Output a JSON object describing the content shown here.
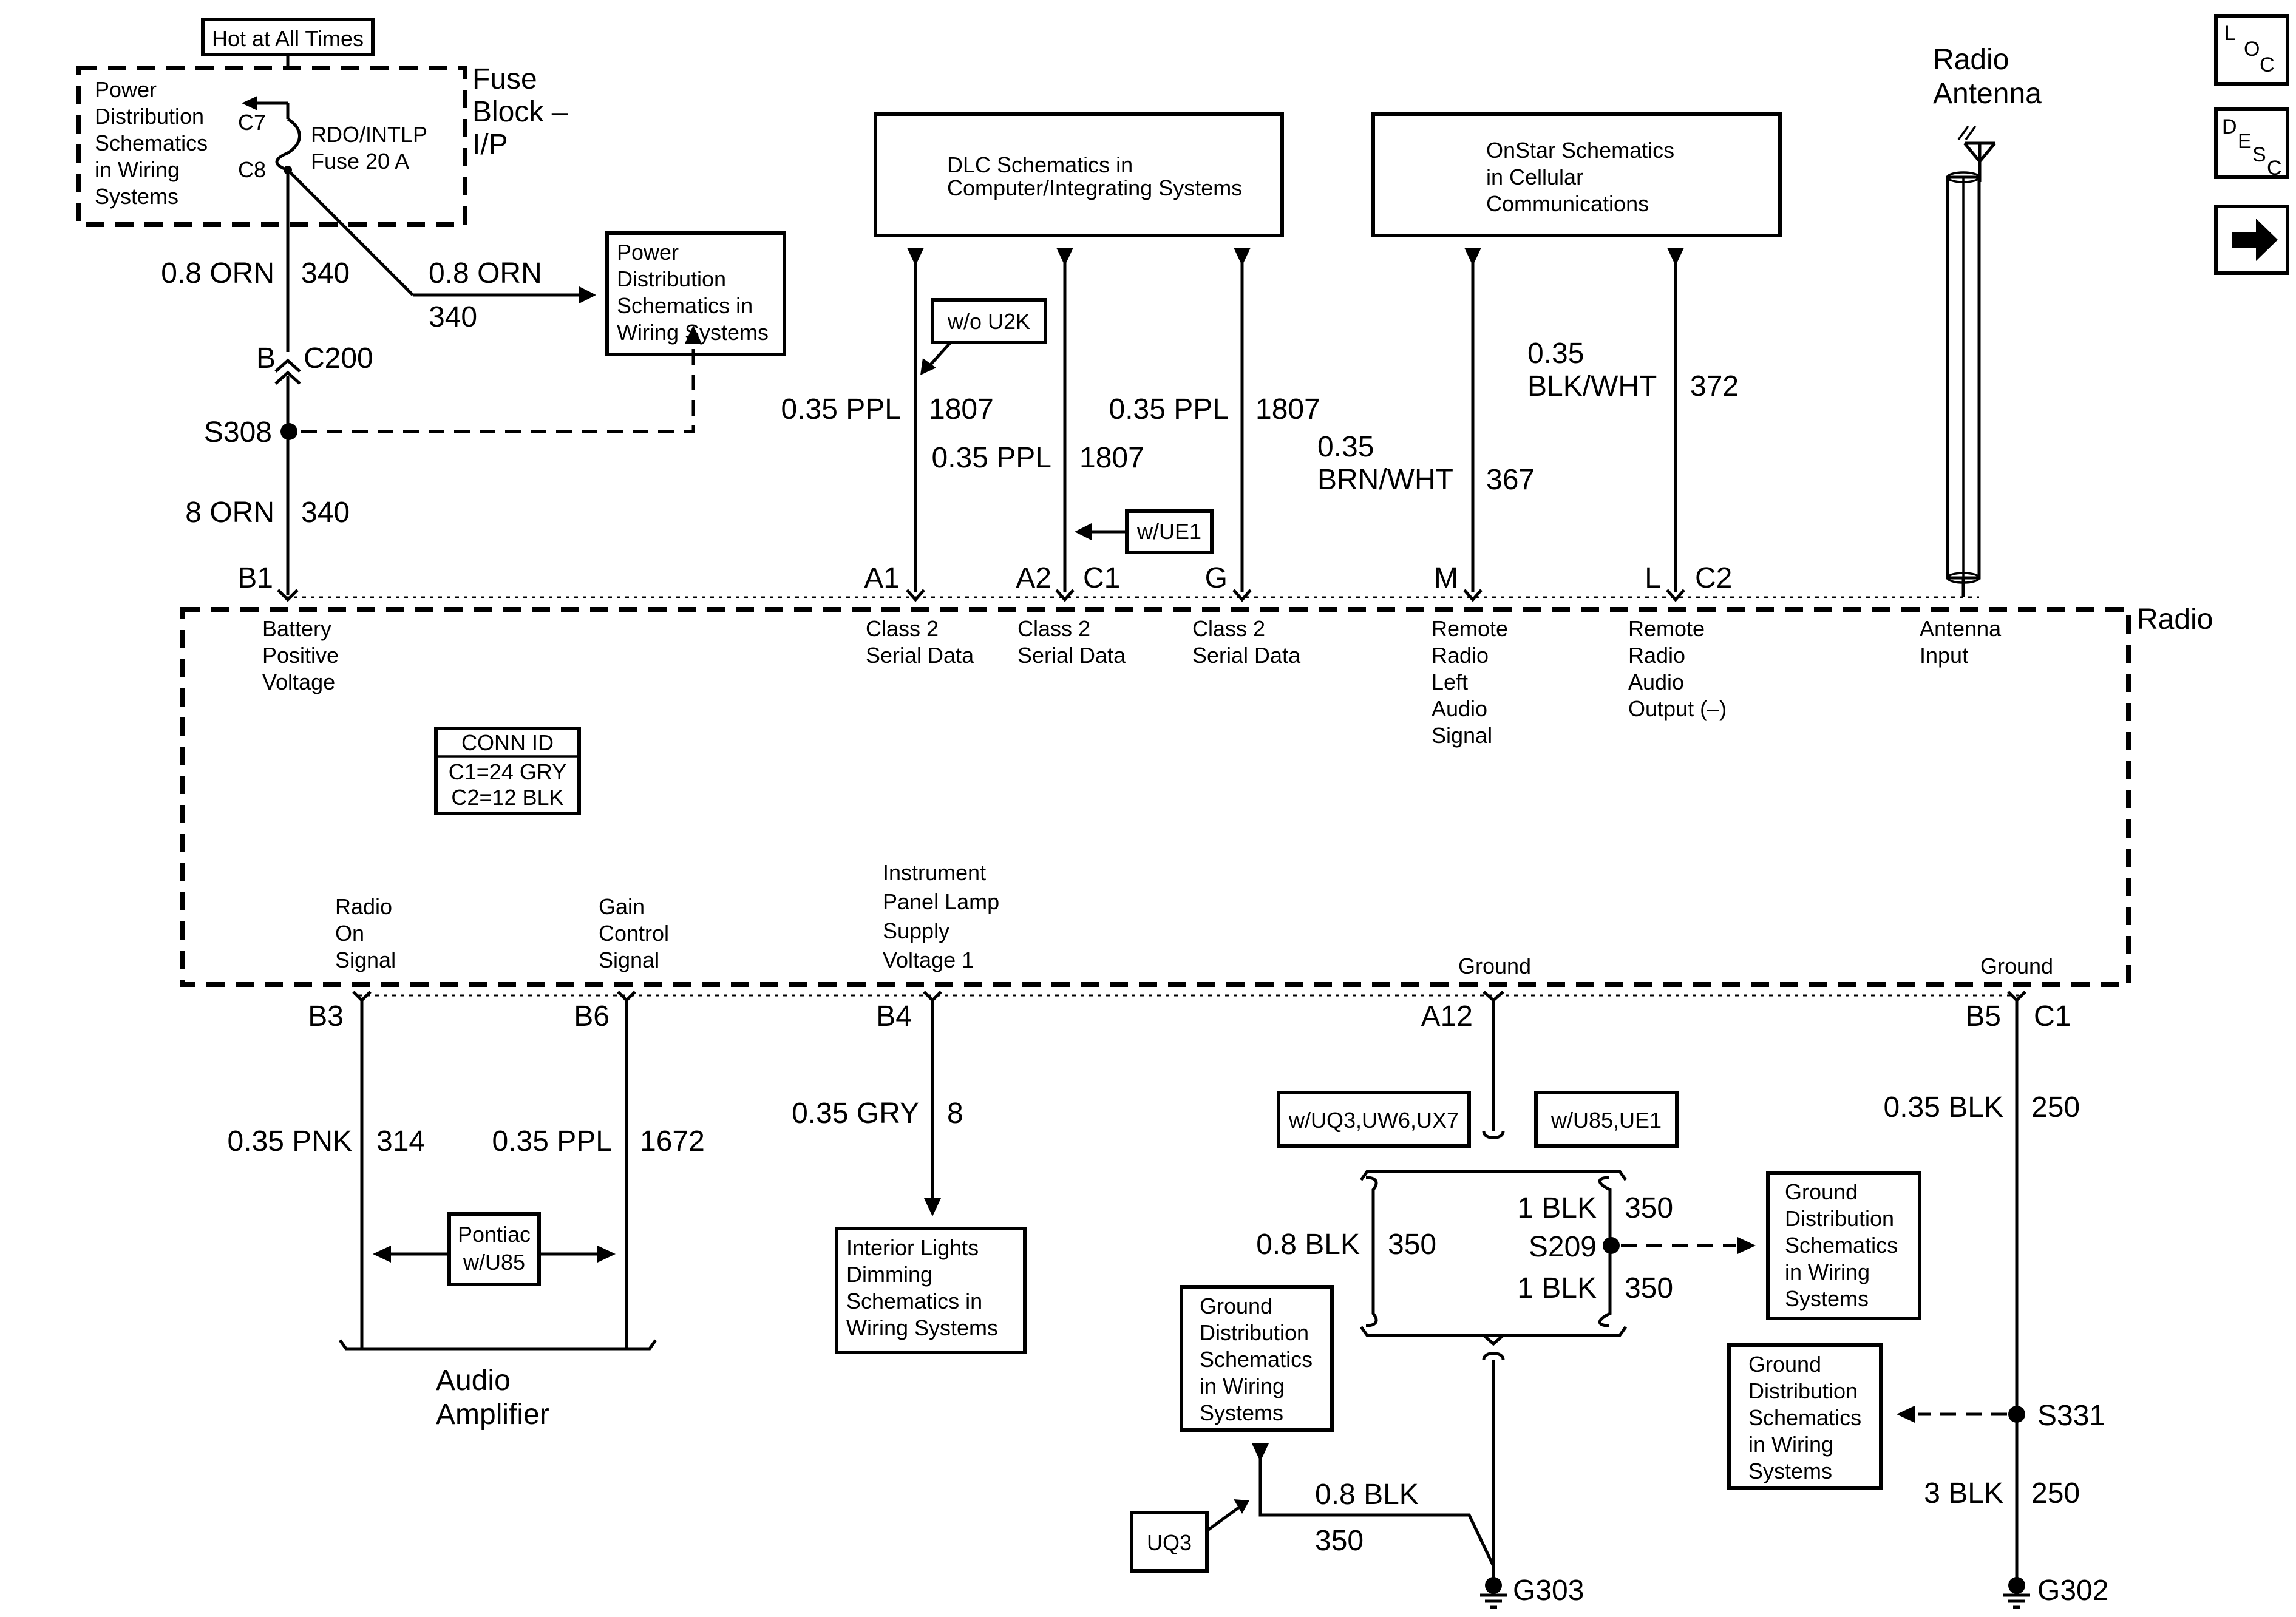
{
  "fuse_block": {
    "hot_label": "Hot at All Times",
    "title_lines": [
      "Fuse",
      "Block –",
      "I/P"
    ],
    "power_dist_lines": [
      "Power",
      "Distribution",
      "Schematics",
      "in Wiring",
      "Systems"
    ],
    "c7": "C7",
    "c8": "C8",
    "fuse_lines": [
      "RDO/INTLP",
      "Fuse 20 A"
    ]
  },
  "battery_circuit": {
    "wire1_size": "0.8 ORN",
    "wire1_num": "340",
    "branch_size": "0.8 ORN",
    "branch_num": "340",
    "power_dist_box_lines": [
      "Power",
      "Distribution",
      "Schematics in",
      "Wiring Systems"
    ],
    "conn_b": "B",
    "conn_c200": "C200",
    "splice": "S308",
    "wire2_size": "8 ORN",
    "wire2_num": "340",
    "pin": "B1"
  },
  "dlc": {
    "box_lines": [
      "DLC Schematics in",
      "Computer/Integrating Systems"
    ],
    "opt_u2k": "w/o U2K",
    "opt_ue1": "w/UE1",
    "wire_a1_size": "0.35 PPL",
    "wire_a1_num": "1807",
    "wire_a2_size": "0.35 PPL",
    "wire_a2_num": "1807",
    "wire_g_size": "0.35 PPL",
    "wire_g_num": "1807",
    "pin_a1": "A1",
    "pin_a2": "A2",
    "conn_c1": "C1",
    "pin_g": "G"
  },
  "onstar": {
    "box_lines": [
      "OnStar Schematics",
      "in Cellular",
      "Communications"
    ],
    "wire_m_size_lines": [
      "0.35",
      "BRN/WHT"
    ],
    "wire_m_num": "367",
    "wire_l_size_lines": [
      "0.35",
      "BLK/WHT"
    ],
    "wire_l_num": "372",
    "pin_m": "M",
    "pin_l": "L",
    "conn_c2": "C2"
  },
  "antenna": {
    "title_lines": [
      "Radio",
      "Antenna"
    ]
  },
  "nav_icons": {
    "loc": [
      "L",
      "O",
      "C"
    ],
    "desc": [
      "D",
      "E",
      "S",
      "C"
    ],
    "next": "→"
  },
  "radio": {
    "label": "Radio",
    "pin_labels": {
      "battery": [
        "Battery",
        "Positive",
        "Voltage"
      ],
      "class2_a1": [
        "Class 2",
        "Serial Data"
      ],
      "class2_a2": [
        "Class 2",
        "Serial Data"
      ],
      "class2_g": [
        "Class 2",
        "Serial Data"
      ],
      "remote_left": [
        "Remote",
        "Radio",
        "Left",
        "Audio",
        "Signal"
      ],
      "remote_out": [
        "Remote",
        "Radio",
        "Audio",
        "Output (–)"
      ],
      "antenna": [
        "Antenna",
        "Input"
      ],
      "radio_on": [
        "Radio",
        "On",
        "Signal"
      ],
      "gain": [
        "Gain",
        "Control",
        "Signal"
      ],
      "ip_lamp": [
        "Instrument",
        "Panel Lamp",
        "Supply",
        "Voltage 1"
      ],
      "ground1": "Ground",
      "ground2": "Ground"
    },
    "conn_id": {
      "title": "CONN ID",
      "rows": [
        "C1=24 GRY",
        "C2=12 BLK"
      ]
    }
  },
  "bottom": {
    "pin_b3": "B3",
    "pin_b6": "B6",
    "pin_b4": "B4",
    "pin_a12": "A12",
    "pin_b5": "B5",
    "conn_c1": "C1",
    "wire_b3_size": "0.35 PNK",
    "wire_b3_num": "314",
    "wire_b6_size": "0.35 PPL",
    "wire_b6_num": "1672",
    "wire_b4_size": "0.35 GRY",
    "wire_b4_num": "8",
    "pontiac_lines": [
      "Pontiac",
      "w/U85"
    ],
    "audio_amp_lines": [
      "Audio",
      "Amplifier"
    ],
    "interior_lines": [
      "Interior Lights",
      "Dimming",
      "Schematics in",
      "Wiring Systems"
    ],
    "opt_uq3": "w/UQ3,UW6,UX7",
    "opt_u85": "w/U85,UE1",
    "wire_350a_size": "0.8 BLK",
    "wire_350a_num": "350",
    "wire_350b_size": "1 BLK",
    "wire_350b_num": "350",
    "wire_350c_size": "1 BLK",
    "wire_350c_num": "350",
    "splice_s209": "S209",
    "ground_dist_1": [
      "Ground",
      "Distribution",
      "Schematics",
      "in Wiring",
      "Systems"
    ],
    "ground_dist_2": [
      "Ground",
      "Distribution",
      "Schematics",
      "in Wiring",
      "Systems"
    ],
    "ground_dist_3": [
      "Ground",
      "Distribution",
      "Schematics",
      "in Wiring",
      "Systems"
    ],
    "uq3": "UQ3",
    "wire_uq3_size": "0.8 BLK",
    "wire_uq3_num": "350",
    "g303": "G303",
    "wire_b5_size": "0.35 BLK",
    "wire_b5_num": "250",
    "splice_s331": "S331",
    "wire_s331_size": "3 BLK",
    "wire_s331_num": "250",
    "g302": "G302"
  }
}
